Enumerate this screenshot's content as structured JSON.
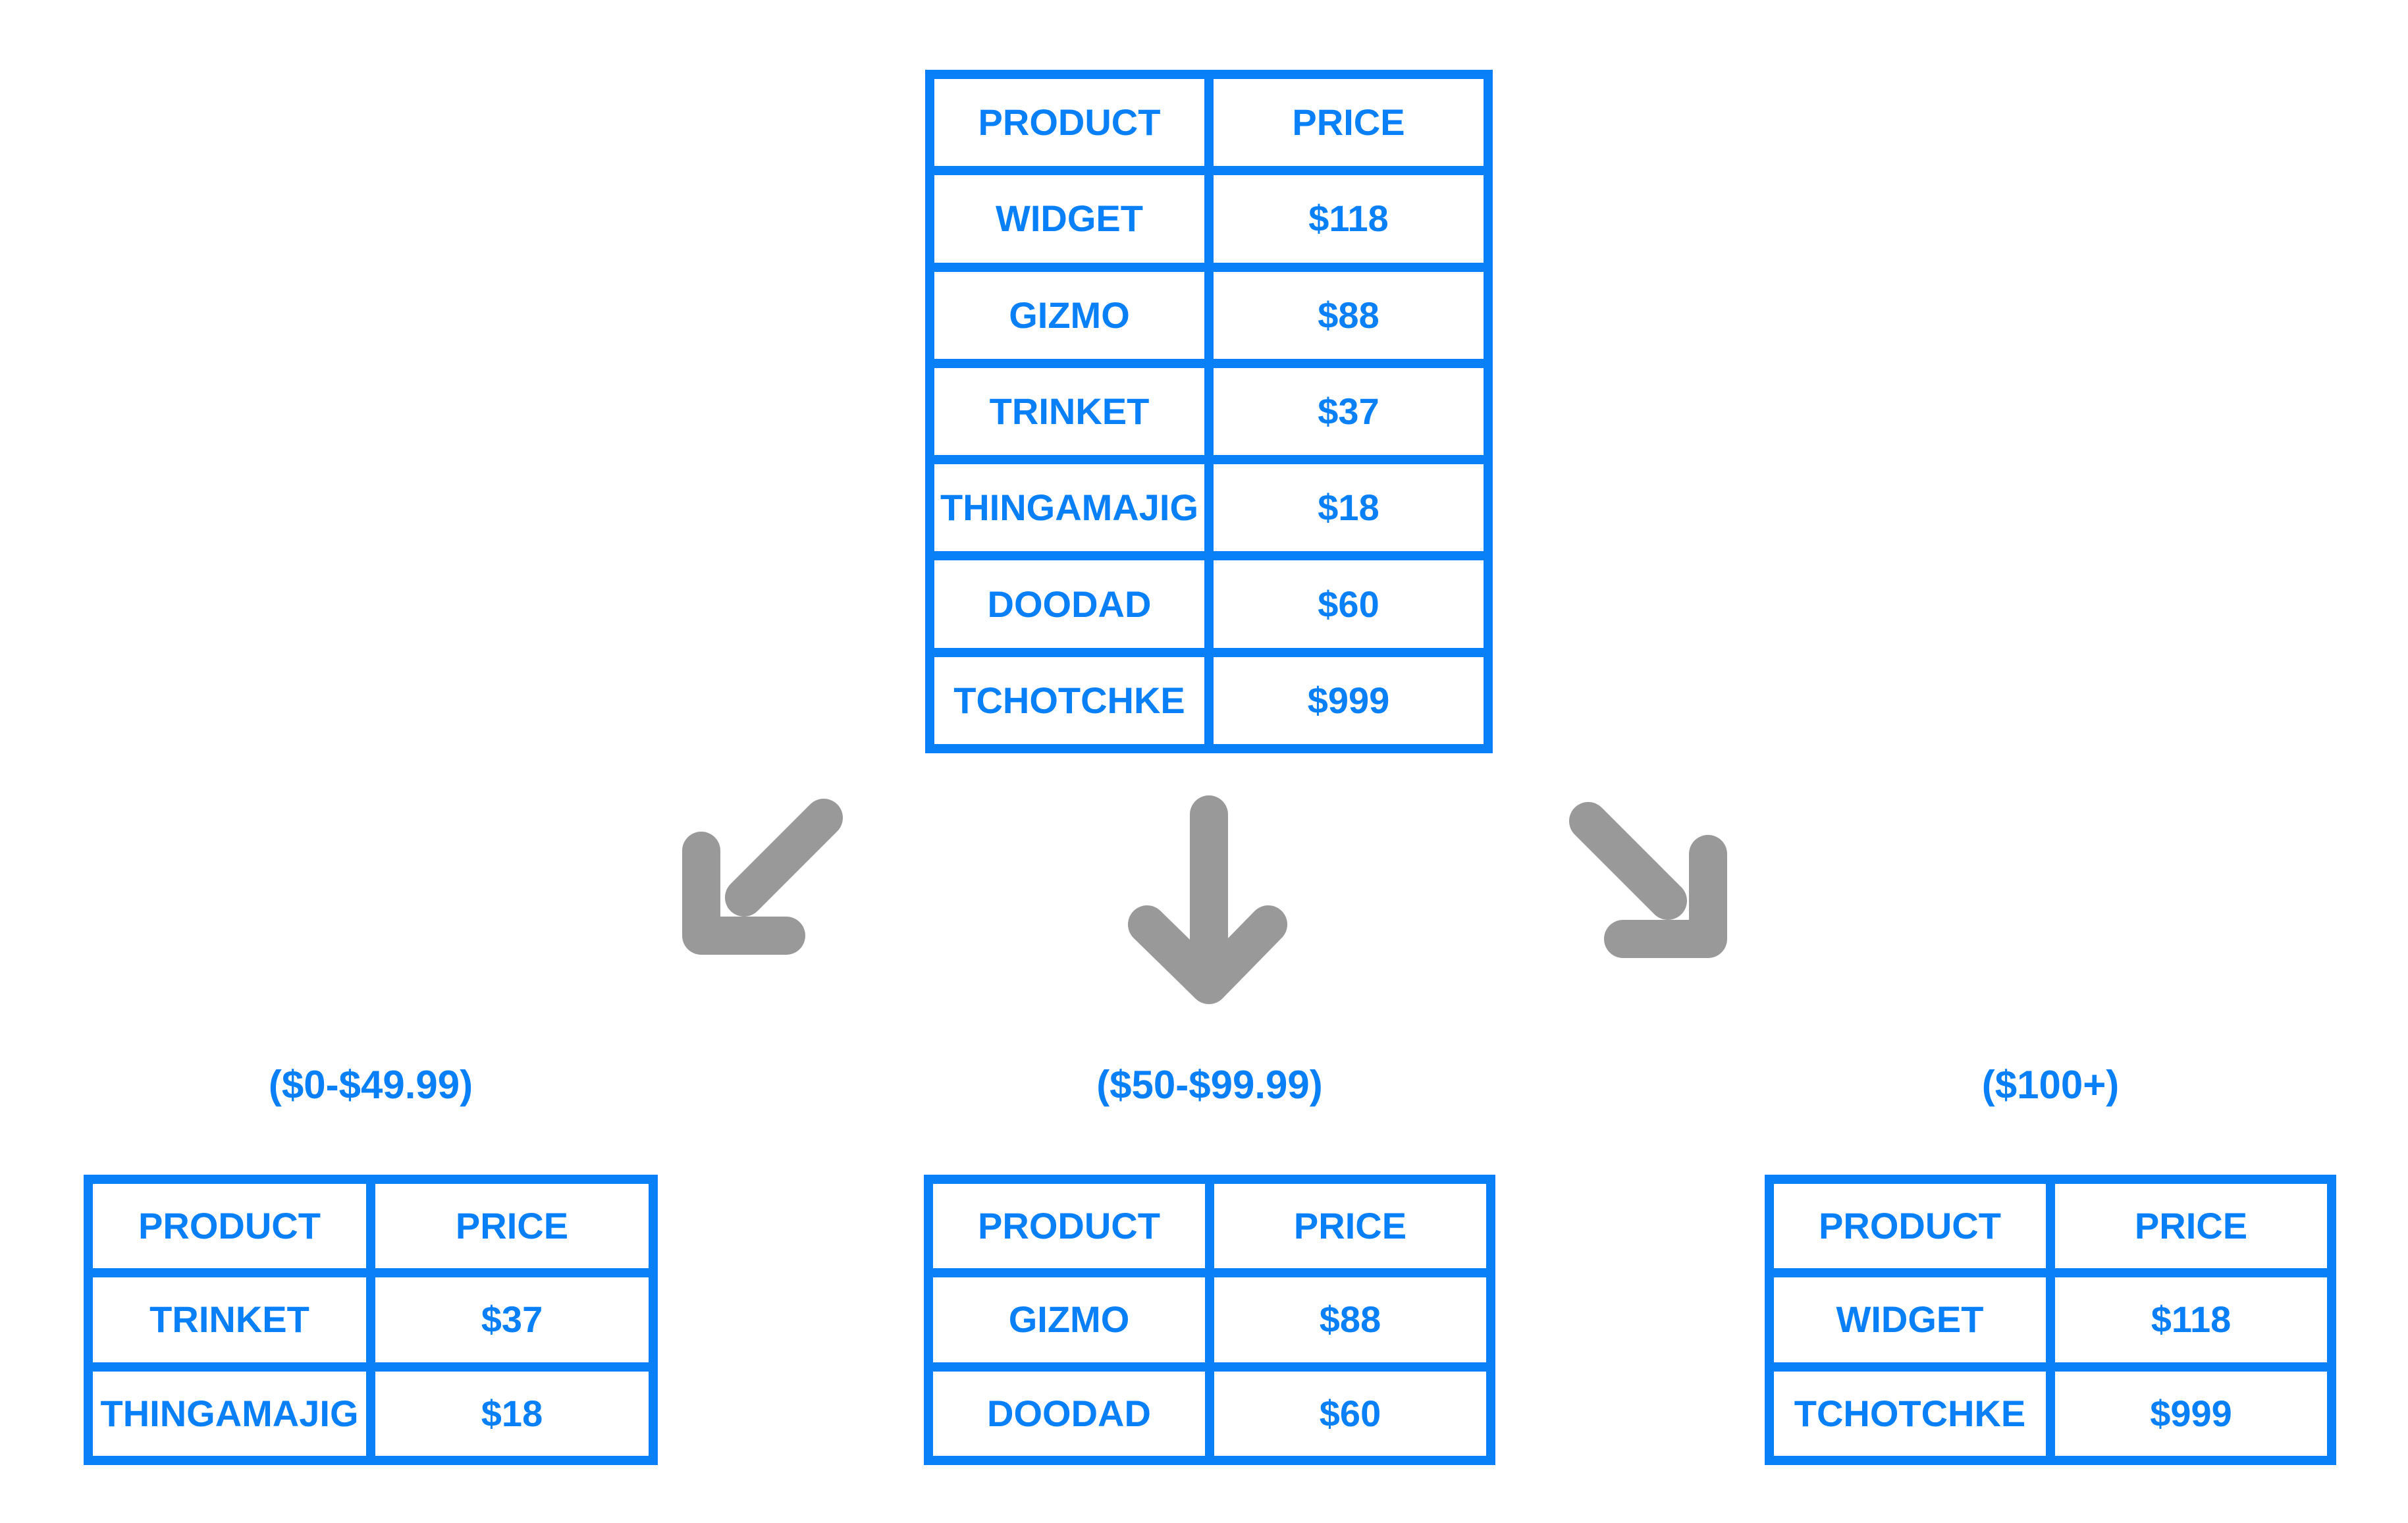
{
  "colors": {
    "accent": "#0a80f8",
    "arrow": "#999999",
    "background": "#ffffff"
  },
  "main_table": {
    "headers": [
      "PRODUCT",
      "PRICE"
    ],
    "rows": [
      [
        "WIDGET",
        "$118"
      ],
      [
        "GIZMO",
        "$88"
      ],
      [
        "TRINKET",
        "$37"
      ],
      [
        "THINGAMAJIG",
        "$18"
      ],
      [
        "DOODAD",
        "$60"
      ],
      [
        "TCHOTCHKE",
        "$999"
      ]
    ]
  },
  "groups": [
    {
      "label": "($0-$49.99)",
      "headers": [
        "PRODUCT",
        "PRICE"
      ],
      "rows": [
        [
          "TRINKET",
          "$37"
        ],
        [
          "THINGAMAJIG",
          "$18"
        ]
      ]
    },
    {
      "label": "($50-$99.99)",
      "headers": [
        "PRODUCT",
        "PRICE"
      ],
      "rows": [
        [
          "GIZMO",
          "$88"
        ],
        [
          "DOODAD",
          "$60"
        ]
      ]
    },
    {
      "label": "($100+)",
      "headers": [
        "PRODUCT",
        "PRICE"
      ],
      "rows": [
        [
          "WIDGET",
          "$118"
        ],
        [
          "TCHOTCHKE",
          "$999"
        ]
      ]
    }
  ],
  "arrows": [
    "down-left",
    "down",
    "down-right"
  ]
}
